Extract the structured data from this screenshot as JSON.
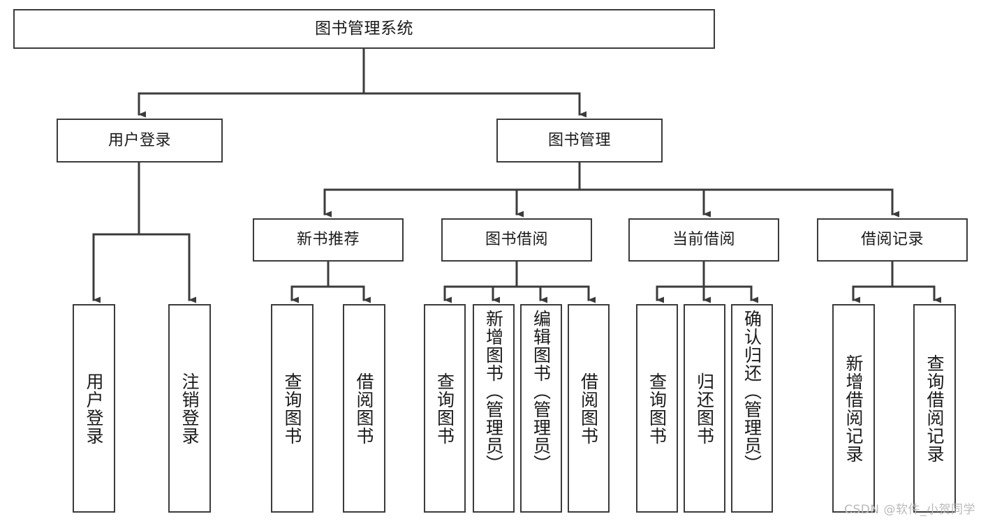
{
  "diagram": {
    "title": "图书管理系统",
    "type": "tree-hierarchy",
    "orientation": "top-down",
    "colors": {
      "node_border": "#3b3b3b",
      "node_fill": "#ffffff",
      "edge": "#3b3b3b",
      "text": "#1a1a1a",
      "watermark": "#b9b9b9",
      "background": "#ffffff"
    }
  },
  "root": {
    "label": "图书管理系统"
  },
  "level2": {
    "user_login": {
      "label": "用户登录"
    },
    "book_manage": {
      "label": "图书管理"
    }
  },
  "level3": {
    "new_book_recommend": {
      "label": "新书推荐"
    },
    "book_borrow": {
      "label": "图书借阅"
    },
    "current_borrow": {
      "label": "当前借阅"
    },
    "borrow_record": {
      "label": "借阅记录"
    }
  },
  "leaves": {
    "user_login": [
      {
        "label": "用户登录"
      },
      {
        "label": "注销登录"
      }
    ],
    "new_book_recommend": [
      {
        "label": "查询图书"
      },
      {
        "label": "借阅图书"
      }
    ],
    "book_borrow": [
      {
        "label": "查询图书"
      },
      {
        "label": "新增图书（管理员）"
      },
      {
        "label": "编辑图书（管理员）"
      },
      {
        "label": "借阅图书"
      }
    ],
    "current_borrow": [
      {
        "label": "查询图书"
      },
      {
        "label": "归还图书"
      },
      {
        "label": "确认归还（管理员）"
      }
    ],
    "borrow_record": [
      {
        "label": "新增借阅记录"
      },
      {
        "label": "查询借阅记录"
      }
    ]
  },
  "watermark": {
    "text": "CSDN @软件_小贺同学"
  }
}
